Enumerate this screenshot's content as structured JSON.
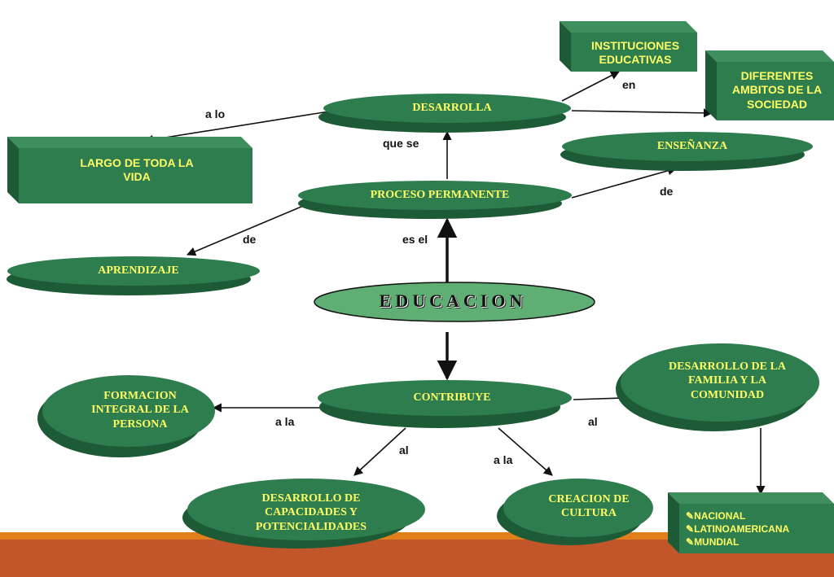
{
  "colors": {
    "node_fill": "#2e7d4f",
    "node_dark": "#1d5a36",
    "node_light": "#5fae74",
    "text": "#ffff66",
    "floor_top": "#e0801a",
    "floor": "#c0562a"
  },
  "nodes": {
    "educacion": "EDUCACION",
    "desarrolla": "DESARROLLA",
    "proceso": "PROCESO PERMANENTE",
    "contribuye": "CONTRIBUYE",
    "instituciones": "INSTITUCIONES EDUCATIVAS",
    "diferentes": "DIFERENTES AMBITOS DE LA SOCIEDAD",
    "ensenanza": "ENSEÑANZA",
    "largo": "LARGO DE TODA LA VIDA",
    "aprendizaje": "APRENDIZAJE",
    "formacion": "FORMACION INTEGRAL DE LA PERSONA",
    "familia": "DESARROLLO DE LA FAMILIA Y LA COMUNIDAD",
    "capacidades": "DESARROLLO DE CAPACIDADES Y POTENCIALIDADES",
    "cultura": "CREACION DE CULTURA"
  },
  "regions": {
    "bullet": "✎",
    "items": [
      "NACIONAL",
      "LATINOAMERICANA",
      "MUNDIAL"
    ]
  },
  "edge_labels": {
    "en": "en",
    "a_lo": "a lo",
    "que_se": "que se",
    "de_ensenanza": "de",
    "de_aprendizaje": "de",
    "es_el": "es el",
    "a_la_formacion": "a la",
    "al_familia": "al",
    "al_capacidades": "al",
    "a_la_cultura": "a la"
  }
}
